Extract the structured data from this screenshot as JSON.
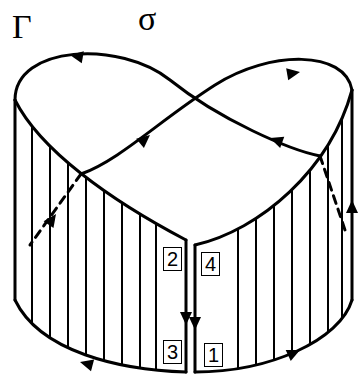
{
  "diagram": {
    "labels": [
      "σ",
      "Γ",
      "2",
      "4",
      "3",
      "1"
    ]
  }
}
